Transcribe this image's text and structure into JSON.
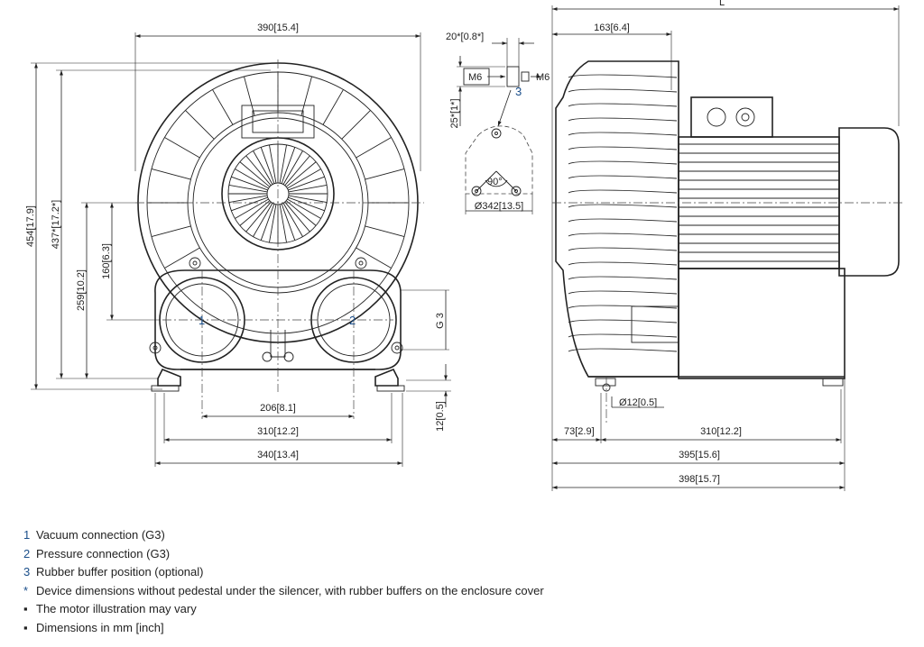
{
  "side_labels": {
    "L": "L"
  },
  "front_dims": {
    "top_width": "390[15.4]",
    "height_total": "454[17.9]",
    "height_star": "437*[17.2*]",
    "axis_height": "259[10.2]",
    "port_offset": "160[6.3]",
    "port_spacing": "206[8.1]",
    "foot_spacing": "310[12.2]",
    "base_width": "340[13.4]",
    "foot_height": "12[0.5]",
    "thread": "G 3"
  },
  "port_labels": {
    "vacuum": "1",
    "pressure": "2",
    "buffer": "3"
  },
  "detail": {
    "offset_top": "20*[0.8*]",
    "offset_side": "25*[1*]",
    "bolt_left": "M6",
    "bolt_right": "M6",
    "angle": "90°",
    "diameter": "Ø342[13.5]"
  },
  "side_dims": {
    "depth_top": "163[6.4]",
    "hole": "Ø12[0.5]",
    "foot_offset": "73[2.9]",
    "foot_spacing": "310[12.2]",
    "length_395": "395[15.6]",
    "length_398": "398[15.7]"
  },
  "legend": [
    {
      "key": "1",
      "text": "Vacuum connection (G3)"
    },
    {
      "key": "2",
      "text": "Pressure connection (G3)"
    },
    {
      "key": "3",
      "text": "Rubber buffer position (optional)"
    },
    {
      "key": "*",
      "text": "Device dimensions without pedestal under the silencer, with rubber buffers on the enclosure cover"
    },
    {
      "key": "▪",
      "text": "The motor illustration may vary"
    },
    {
      "key": "▪",
      "text": "Dimensions in mm [inch]"
    }
  ]
}
